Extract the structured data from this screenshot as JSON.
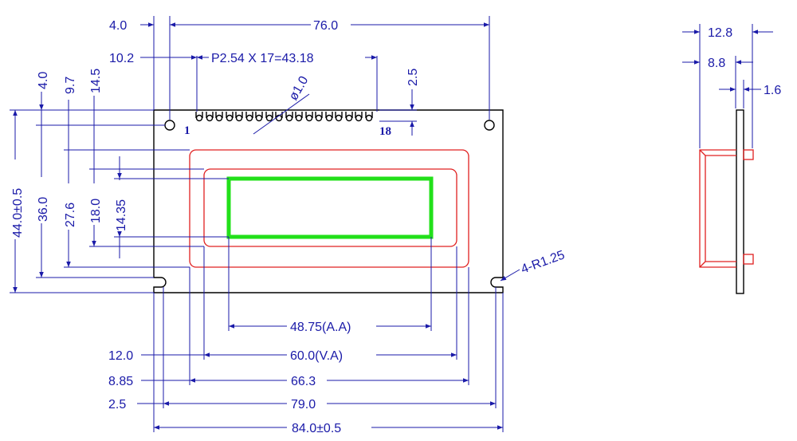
{
  "top": {
    "left_margin": "4.0",
    "hole_spacing": "76.0",
    "pin_offset": "10.2",
    "pin_pitch": "P2.54 X 17=43.18",
    "pin_hole_diameter": "ø1.0",
    "pin_top_offset": "2.5"
  },
  "left": {
    "height_total": "44.0±0.5",
    "hole_height": "36.0",
    "bezel_height": "27.6",
    "view_height": "18.0",
    "active_height": "14.35",
    "offset_1": "4.0",
    "offset_2": "9.7",
    "offset_3": "14.5"
  },
  "pins": {
    "first": "1",
    "last": "18"
  },
  "corner": {
    "radius": "4-R1.25"
  },
  "bottom": {
    "active_area": "48.75(A.A)",
    "view_area": "60.0(V.A)",
    "bezel": "66.3",
    "holes": "79.0",
    "width_total": "84.0±0.5",
    "offset_va": "12.0",
    "offset_bezel": "8.85",
    "offset_holes": "2.5"
  },
  "side": {
    "depth_total": "12.8",
    "depth_bezel": "8.8",
    "pcb_thickness": "1.6"
  }
}
